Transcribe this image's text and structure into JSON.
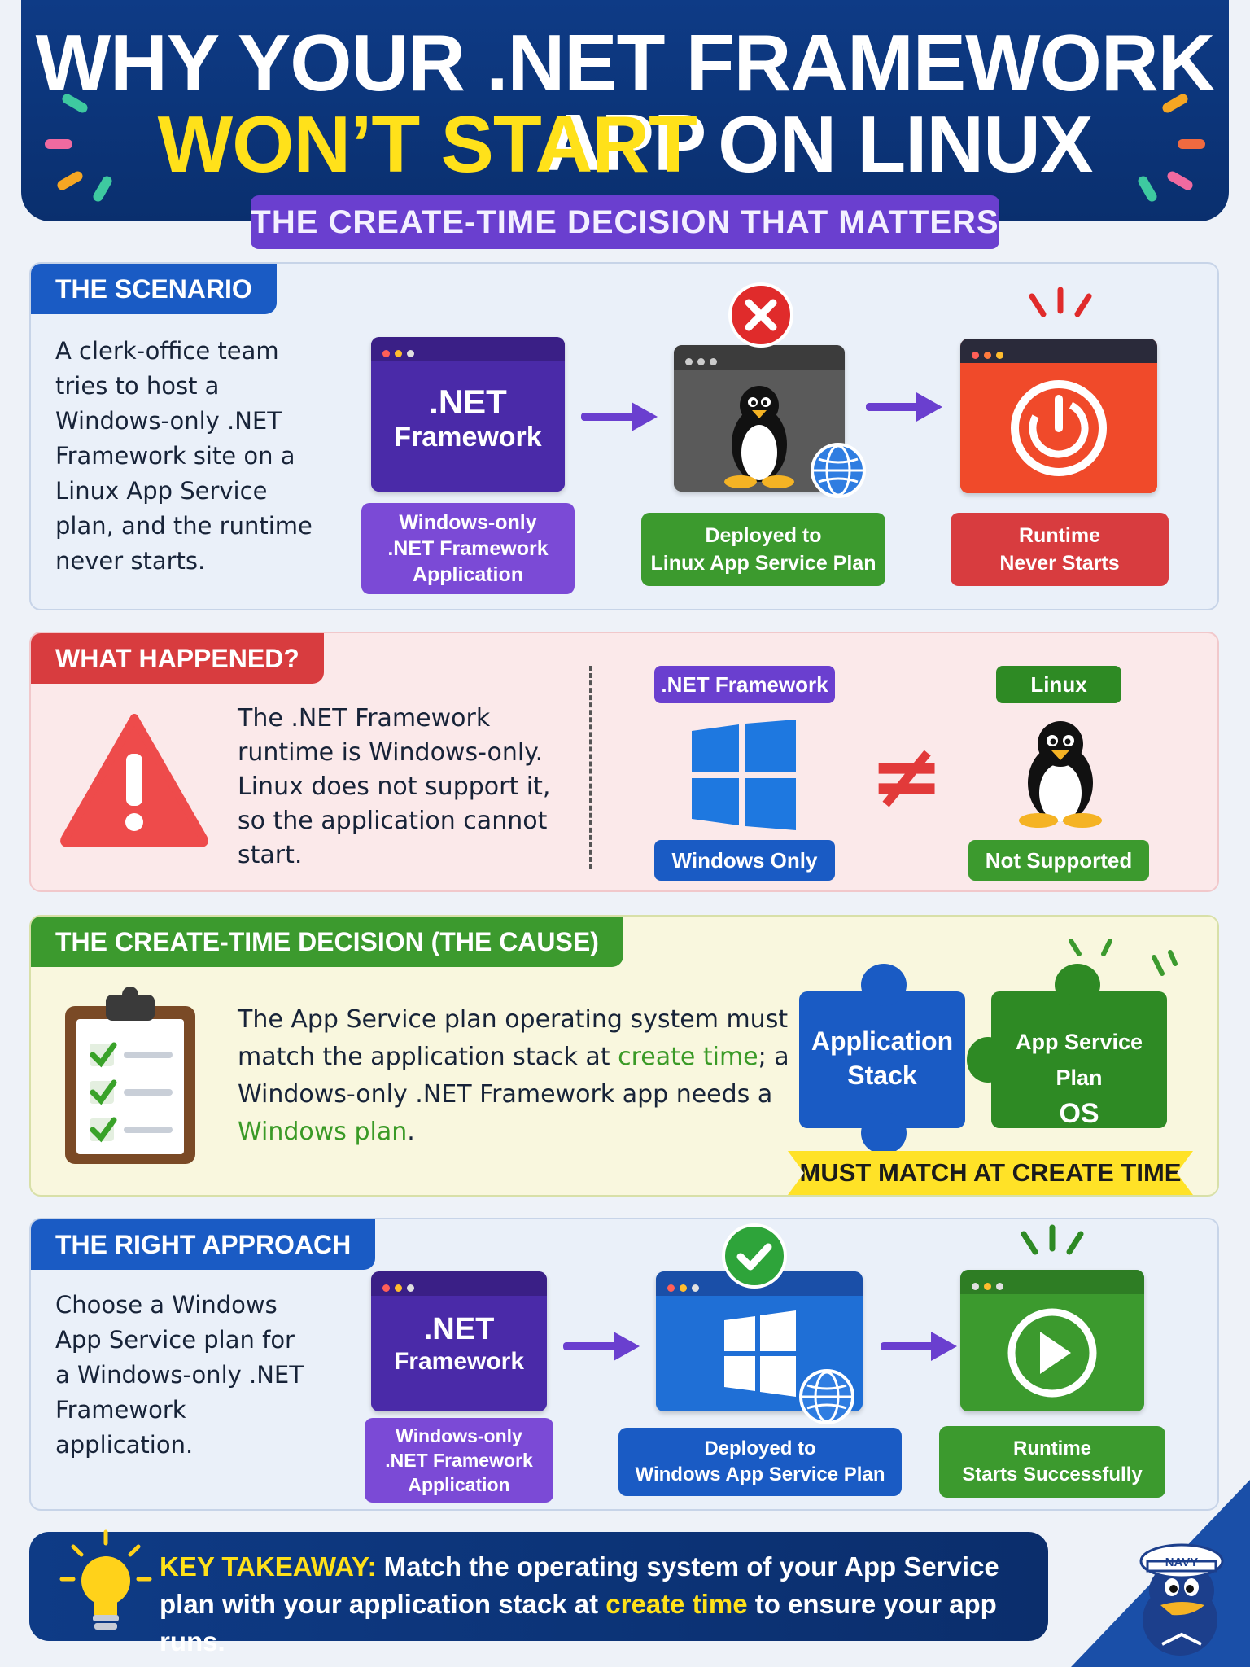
{
  "header": {
    "title_line1": "WHY YOUR .NET FRAMEWORK APP",
    "title_line2_highlight": "WON’T START",
    "title_line2_rest": " ON LINUX",
    "subtitle": "THE CREATE-TIME DECISION THAT MATTERS"
  },
  "scenario": {
    "tag": "THE SCENARIO",
    "description": "A clerk-office team tries to host a Windows-only .NET Framework site on a Linux App Service plan, and the runtime never starts.",
    "app_card_line1": ".NET",
    "app_card_line2": "Framework",
    "app_label": [
      "Windows-only",
      ".NET Framework",
      "Application"
    ],
    "deploy_label": [
      "Deployed to",
      "Linux App Service Plan"
    ],
    "runtime_label": [
      "Runtime",
      "Never Starts"
    ]
  },
  "what_happened": {
    "tag": "WHAT HAPPENED?",
    "description": "The .NET Framework runtime is Windows-only. Linux does not support it, so the application cannot start.",
    "left_tag": ".NET Framework",
    "left_caption": "Windows Only",
    "right_tag": "Linux",
    "right_caption": "Not Supported",
    "neq_symbol": "≠"
  },
  "decision": {
    "tag": "THE CREATE-TIME DECISION (THE CAUSE)",
    "desc_part1": "The App Service plan operating system must match the application stack at ",
    "desc_highlight1": "create time",
    "desc_part2": "; a Windows-only .NET Framework app needs a ",
    "desc_highlight2": "Windows plan",
    "desc_part3": ".",
    "puzzle_left_line1": "Application",
    "puzzle_left_line2": "Stack",
    "puzzle_right_line1": "App Service Plan",
    "puzzle_right_line2": "OS",
    "ribbon": "MUST MATCH AT CREATE TIME"
  },
  "approach": {
    "tag": "THE RIGHT APPROACH",
    "description": "Choose a Windows App Service plan for a Windows-only .NET Framework application.",
    "app_card_line1": ".NET",
    "app_card_line2": "Framework",
    "app_label": [
      "Windows-only",
      ".NET Framework",
      "Application"
    ],
    "deploy_label": [
      "Deployed to",
      "Windows App Service Plan"
    ],
    "runtime_label": [
      "Runtime",
      "Starts Successfully"
    ]
  },
  "takeaway": {
    "label": "KEY TAKEAWAY:",
    "part1": " Match the operating system of your App Service plan with your application stack at ",
    "highlight": "create time",
    "part2": " to ensure your app runs."
  },
  "mascot": {
    "hat_text": "NAVY"
  },
  "colors": {
    "navy": "#0e3b86",
    "purple": "#6a3fcf",
    "green": "#3c9a2e",
    "red": "#d83c3f",
    "yellow": "#ffe11a"
  }
}
